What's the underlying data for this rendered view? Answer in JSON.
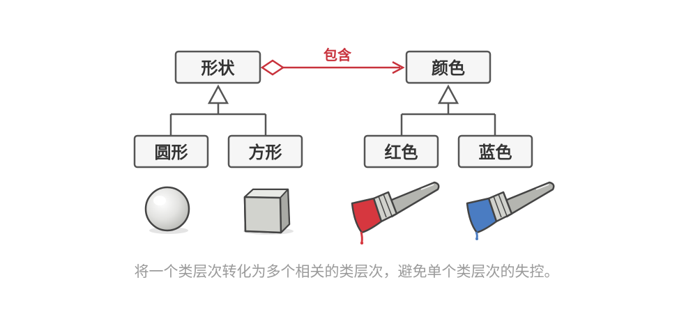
{
  "shapes": {
    "parent": "形状",
    "children": [
      "圆形",
      "方形"
    ]
  },
  "colors": {
    "parent": "颜色",
    "children": [
      "红色",
      "蓝色"
    ]
  },
  "relation": {
    "label": "包含",
    "color": "#c8323c"
  },
  "paint": {
    "red": "#d6373f",
    "blue": "#4a7cc2"
  },
  "caption": "将一个类层次转化为多个相关的类层次，避免单个类层次的失控。"
}
